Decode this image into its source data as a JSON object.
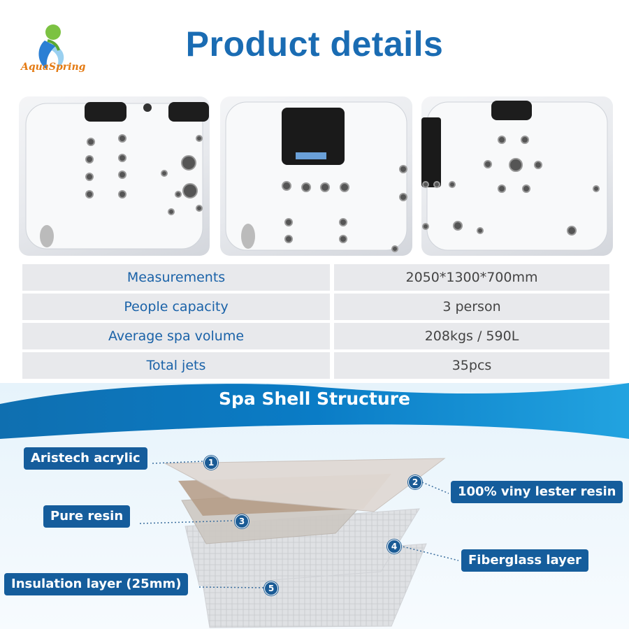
{
  "header": {
    "title": "Product details",
    "brand": "AquaSpring"
  },
  "photos": [
    {
      "name": "spa-interior-left"
    },
    {
      "name": "spa-interior-center"
    },
    {
      "name": "spa-interior-right"
    }
  ],
  "specs": [
    {
      "label": "Measurements",
      "value": "2050*1300*700mm"
    },
    {
      "label": "People capacity",
      "value": "3 person"
    },
    {
      "label": "Average spa volume",
      "value": "208kgs / 590L"
    },
    {
      "label": "Total jets",
      "value": "35pcs"
    }
  ],
  "shell": {
    "title": "Spa Shell Structure",
    "layers": [
      {
        "number": "1",
        "label": "Aristech acrylic"
      },
      {
        "number": "2",
        "label": "100% viny lester resin"
      },
      {
        "number": "3",
        "label": "Pure resin"
      },
      {
        "number": "4",
        "label": "Fiberglass layer"
      },
      {
        "number": "5",
        "label": "Insulation layer (25mm)"
      }
    ]
  },
  "colors": {
    "brand_blue": "#1a6cb3",
    "tag_blue": "#155d9c",
    "logo_orange": "#e47a12"
  }
}
